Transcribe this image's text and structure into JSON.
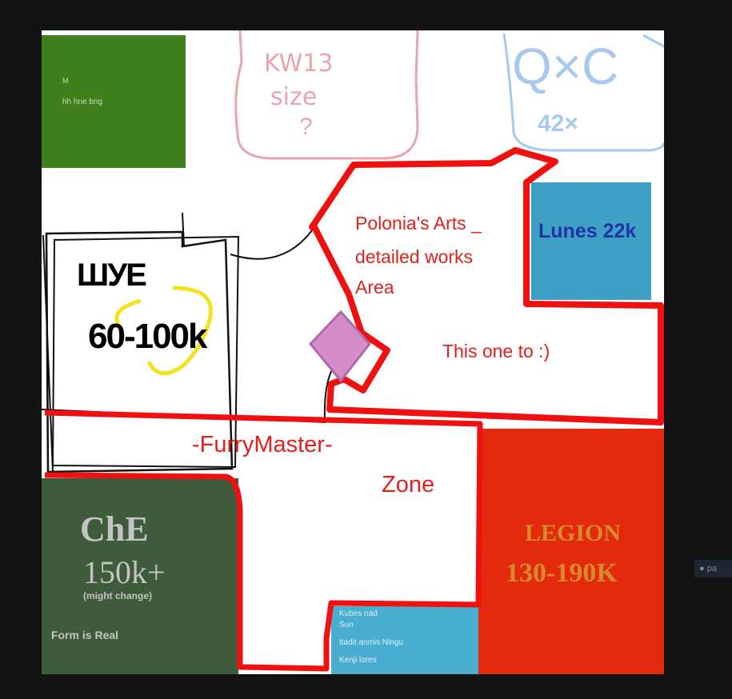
{
  "map": {
    "regions": {
      "green_block": {
        "line1": "M",
        "line2": "hh hne bng",
        "color": "#3f7f1c"
      },
      "kwiz_box": {
        "line1": "KW13",
        "line2": "size",
        "line3": "?"
      },
      "qxc_box": {
        "line1": "Q×C",
        "line2": "42×"
      },
      "lunes": {
        "label": "Lunes 22k",
        "color": "#3ea0c4"
      },
      "polonia": {
        "line1": "Polonia's Arts _",
        "line2": "detailed works",
        "line3": "Area",
        "extra": "This one to :)"
      },
      "shye": {
        "name": "ШУЕ",
        "range": "60-100k"
      },
      "furrymaster": {
        "line1": "-FurryMaster-",
        "line2": "Zone"
      },
      "che": {
        "name": "ChE",
        "range": "150k+",
        "note": "(might change)",
        "tag": "Form is Real"
      },
      "legion": {
        "name": "LEGION",
        "range": "130-190K",
        "color": "#e32a0c"
      },
      "blue_small": {
        "line1": "Kubes nad",
        "line2": "Sun",
        "line3": "Itadit anmis Ningu",
        "line4": "Kenji lores"
      }
    }
  },
  "side_chip": {
    "label": "pa"
  }
}
